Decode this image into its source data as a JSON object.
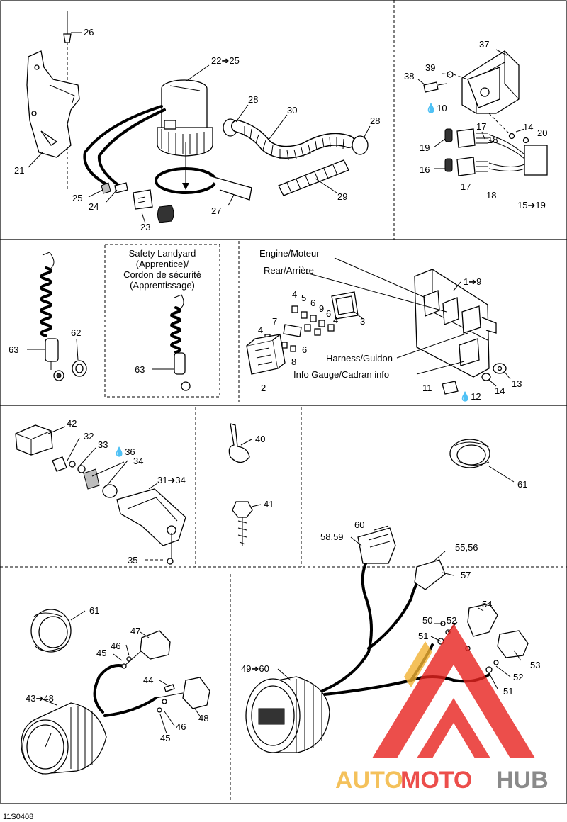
{
  "diagram_code": "11S0408",
  "callouts": {
    "c26": "26",
    "c22_25": "22➔25",
    "c28a": "28",
    "c30": "30",
    "c28b": "28",
    "c21": "21",
    "c25": "25",
    "c24": "24",
    "c23": "23",
    "c27": "27",
    "c29": "29",
    "c37": "37",
    "c39": "39",
    "c38": "38",
    "c10": "10",
    "c17a": "17",
    "c14a": "14",
    "c18a": "18",
    "c20": "20",
    "c19": "19",
    "c16": "16",
    "c17b": "17",
    "c18b": "18",
    "c15_19": "15➔19",
    "c63a": "63",
    "c62": "62",
    "c63b": "63",
    "c1_9": "1➔9",
    "c4a": "4",
    "c5": "5",
    "c6a": "6",
    "c9": "9",
    "c6b": "6",
    "c4b": "4",
    "c3": "3",
    "c7": "7",
    "c4c": "4",
    "c8": "8",
    "c6c": "6",
    "c2": "2",
    "c11": "11",
    "c12": "12",
    "c14b": "14",
    "c13": "13",
    "c42": "42",
    "c32": "32",
    "c33": "33",
    "c36": "36",
    "c34": "34",
    "c31_34": "31➔34",
    "c35": "35",
    "c40": "40",
    "c41": "41",
    "c61a": "61",
    "c60": "60",
    "c58_59": "58,59",
    "c55_56": "55,56",
    "c57": "57",
    "c61b": "61",
    "c47": "47",
    "c45a": "45",
    "c46a": "46",
    "c44": "44",
    "c43_48": "43➔48",
    "c48": "48",
    "c46b": "46",
    "c45b": "45",
    "c54": "54",
    "c50": "50",
    "c52a": "52",
    "c51a": "51",
    "c53": "53",
    "c49_60": "49➔60",
    "c52b": "52",
    "c51b": "51"
  },
  "text_labels": {
    "landyard_line1": "Safety Landyard",
    "landyard_line2": "(Apprentice)/",
    "landyard_line3": "Cordon de sécurité",
    "landyard_line4": "(Apprentissage)",
    "engine": "Engine/Moteur",
    "rear": "Rear/Arrière",
    "harness": "Harness/Guidon",
    "info_gauge": "Info Gauge/Cadran info"
  },
  "watermark": {
    "text_auto": "AUTO",
    "text_moto": "MOTO",
    "text_hub": "HUB",
    "color_accent": "#e8231f",
    "color_gold": "#f2b233",
    "color_gray": "#6d6d6d"
  }
}
